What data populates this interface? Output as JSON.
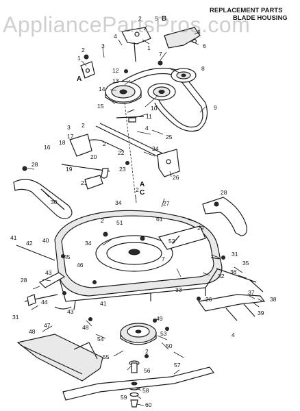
{
  "watermark": "AppliancePartsPros.com",
  "title": {
    "line1": "REPLACEMENT PARTS",
    "line2": "BLADE HOUSING"
  },
  "callouts": [
    {
      "id": "c1",
      "label": "1"
    },
    {
      "id": "c1b",
      "label": "1"
    },
    {
      "id": "c2",
      "label": "2"
    },
    {
      "id": "c2b",
      "label": "2"
    },
    {
      "id": "c2c",
      "label": "2"
    },
    {
      "id": "c2d",
      "label": "2"
    },
    {
      "id": "c2e",
      "label": "2"
    },
    {
      "id": "c2f",
      "label": "2"
    },
    {
      "id": "c2g",
      "label": "2"
    },
    {
      "id": "c3",
      "label": "3"
    },
    {
      "id": "c3b",
      "label": "3"
    },
    {
      "id": "c4",
      "label": "4"
    },
    {
      "id": "c4b",
      "label": "4"
    },
    {
      "id": "c4c",
      "label": "4"
    },
    {
      "id": "c5",
      "label": "5"
    },
    {
      "id": "c5b",
      "label": "5"
    },
    {
      "id": "c6",
      "label": "6"
    },
    {
      "id": "c7",
      "label": "7"
    },
    {
      "id": "c7b",
      "label": "7"
    },
    {
      "id": "c8",
      "label": "8"
    },
    {
      "id": "c9",
      "label": "9"
    },
    {
      "id": "c10",
      "label": "10"
    },
    {
      "id": "c11",
      "label": "11"
    },
    {
      "id": "c12",
      "label": "12"
    },
    {
      "id": "c13",
      "label": "13"
    },
    {
      "id": "c14",
      "label": "14"
    },
    {
      "id": "c15",
      "label": "15"
    },
    {
      "id": "c16",
      "label": "16"
    },
    {
      "id": "c17",
      "label": "17"
    },
    {
      "id": "c18",
      "label": "18"
    },
    {
      "id": "c19",
      "label": "19"
    },
    {
      "id": "c20",
      "label": "20"
    },
    {
      "id": "c21",
      "label": "21"
    },
    {
      "id": "c22",
      "label": "22"
    },
    {
      "id": "c23",
      "label": "23"
    },
    {
      "id": "c24",
      "label": "24"
    },
    {
      "id": "c25",
      "label": "25"
    },
    {
      "id": "c26",
      "label": "26"
    },
    {
      "id": "c26b",
      "label": "26"
    },
    {
      "id": "c27",
      "label": "27"
    },
    {
      "id": "c28",
      "label": "28"
    },
    {
      "id": "c28b",
      "label": "28"
    },
    {
      "id": "c28c",
      "label": "28"
    },
    {
      "id": "c29",
      "label": "29"
    },
    {
      "id": "c30",
      "label": "30"
    },
    {
      "id": "c31",
      "label": "31"
    },
    {
      "id": "c31b",
      "label": "31"
    },
    {
      "id": "c32",
      "label": "32"
    },
    {
      "id": "c33",
      "label": "33"
    },
    {
      "id": "c34",
      "label": "34"
    },
    {
      "id": "c34b",
      "label": "34"
    },
    {
      "id": "c35",
      "label": "35"
    },
    {
      "id": "c36",
      "label": "36"
    },
    {
      "id": "c37",
      "label": "37"
    },
    {
      "id": "c38",
      "label": "38"
    },
    {
      "id": "c39",
      "label": "39"
    },
    {
      "id": "c40",
      "label": "40"
    },
    {
      "id": "c41",
      "label": "41"
    },
    {
      "id": "c41b",
      "label": "41"
    },
    {
      "id": "c42",
      "label": "42"
    },
    {
      "id": "c43",
      "label": "43"
    },
    {
      "id": "c43b",
      "label": "43"
    },
    {
      "id": "c44",
      "label": "44"
    },
    {
      "id": "c45",
      "label": "45"
    },
    {
      "id": "c46",
      "label": "46"
    },
    {
      "id": "c47",
      "label": "47"
    },
    {
      "id": "c48",
      "label": "48"
    },
    {
      "id": "c48b",
      "label": "48"
    },
    {
      "id": "c49",
      "label": "49"
    },
    {
      "id": "c50",
      "label": "50"
    },
    {
      "id": "c51",
      "label": "51"
    },
    {
      "id": "c52",
      "label": "52"
    },
    {
      "id": "c53",
      "label": "53"
    },
    {
      "id": "c54",
      "label": "54"
    },
    {
      "id": "c55",
      "label": "55"
    },
    {
      "id": "c56",
      "label": "56"
    },
    {
      "id": "c57",
      "label": "57"
    },
    {
      "id": "c58",
      "label": "58"
    },
    {
      "id": "c59",
      "label": "59"
    },
    {
      "id": "c60",
      "label": "60"
    },
    {
      "id": "c61",
      "label": "61"
    },
    {
      "id": "tagA",
      "label": "A"
    },
    {
      "id": "tagA2",
      "label": "A"
    },
    {
      "id": "tagB",
      "label": "B"
    },
    {
      "id": "tagC",
      "label": "C"
    }
  ]
}
